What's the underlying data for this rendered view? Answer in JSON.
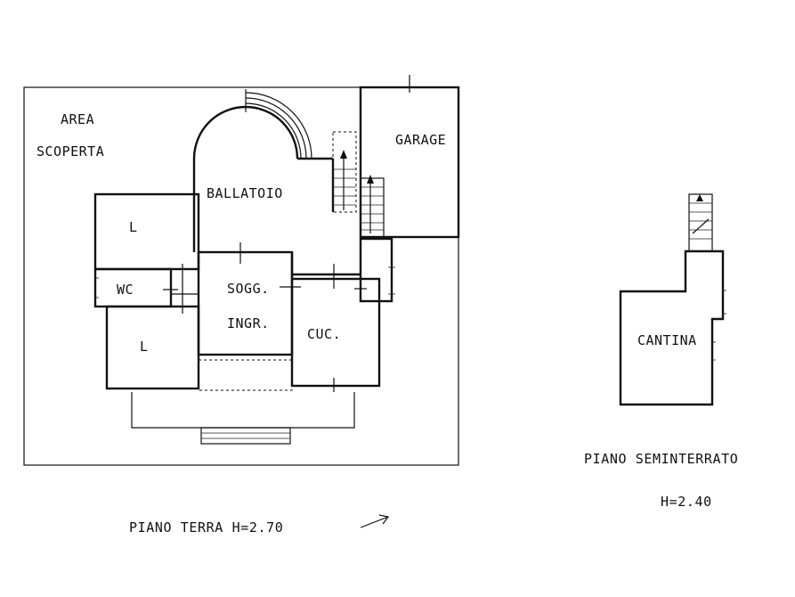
{
  "ground_floor": {
    "area_label_line1": "AREA",
    "area_label_line2": "SCOPERTA",
    "rooms": {
      "ballatoio": "BALLATOIO",
      "garage": "GARAGE",
      "l_top": "L",
      "wc": "WC",
      "sogg": "SOGG.",
      "ingr": "INGR.",
      "l_bottom": "L",
      "cuc": "CUC."
    },
    "caption": "PIANO TERRA H=2.70"
  },
  "basement": {
    "rooms": {
      "cantina": "CANTINA"
    },
    "caption": "PIANO SEMINTERRATO",
    "height": "H=2.40"
  }
}
